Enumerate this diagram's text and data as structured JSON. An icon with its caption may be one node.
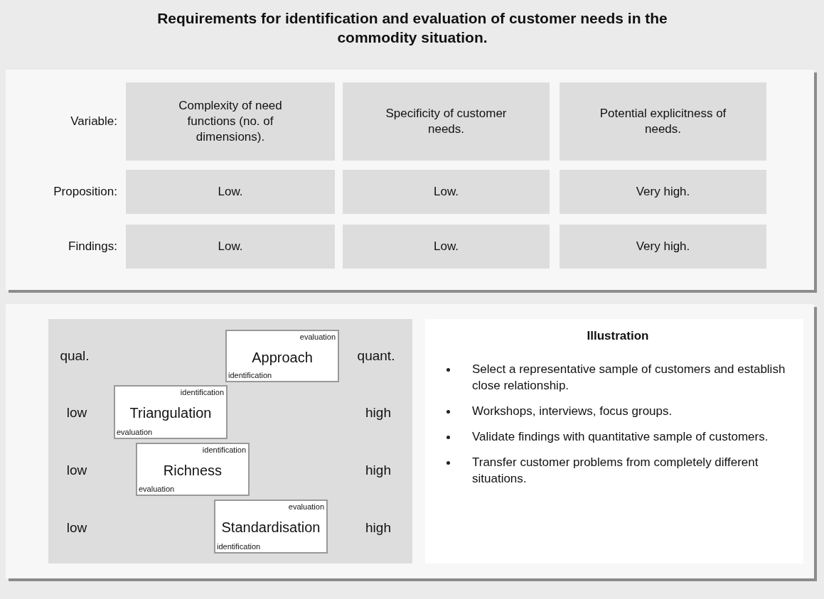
{
  "diagram": {
    "title": "Requirements for identification and evaluation of customer needs in the commodity situation.",
    "nodes": [
      {
        "text": [],
        "shape": "box"
      },
      {
        "text": [
          "Complexity of need functions (no. of dimensions)."
        ],
        "in": 0
      },
      {
        "text": [
          "Specificity of customer needs."
        ],
        "in": 0
      },
      {
        "text": [
          "Potential explicitness of needs."
        ],
        "in": 0
      },
      {
        "text": [
          "Low."
        ],
        "in": 0
      },
      {
        "text": [
          "Low."
        ],
        "in": 0
      },
      {
        "text": [
          "Very high."
        ],
        "in": 0
      },
      {
        "text": [
          "Low."
        ],
        "in": 0
      },
      {
        "text": [
          "Low."
        ],
        "in": 0
      },
      {
        "text": [
          "Very high."
        ],
        "in": 0
      },
      {
        "text": [],
        "shape": "box"
      },
      {
        "text": [],
        "shape": "box",
        "in": 10
      },
      {
        "text": [
          "evaluation",
          "Approach",
          "identification"
        ],
        "in": 11
      },
      {
        "text": [
          "identification",
          "Triangulation",
          "evaluation"
        ],
        "in": 11
      },
      {
        "text": [
          "identification",
          "Richness",
          "evaluation"
        ],
        "in": 11
      },
      {
        "text": [
          "evaluation",
          "Standardisation",
          "identification"
        ],
        "in": 11
      },
      {
        "text": [
          "Illustration",
          "Select a representative sample of customers and establish close relationship.",
          "Workshops, interviews, focus groups.",
          "Validate findings with quantitative sample of customers.",
          "Transfer customer problems from completely different situations."
        ],
        "in": 10
      }
    ],
    "labels": [
      "Variable:",
      "Proposition:",
      "Findings:",
      "qual.",
      "quant.",
      "low",
      "high",
      "low",
      "high",
      "low",
      "high"
    ]
  }
}
